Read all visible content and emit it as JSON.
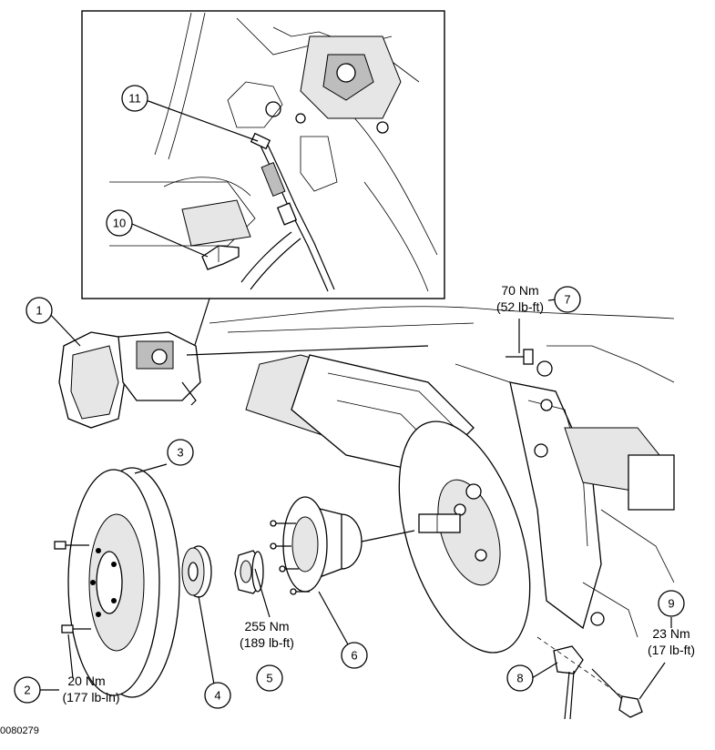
{
  "figure_id": "0080279",
  "callouts": {
    "c1": "1",
    "c2": "2",
    "c3": "3",
    "c4": "4",
    "c5": "5",
    "c6": "6",
    "c7": "7",
    "c8": "8",
    "c9": "9",
    "c10": "10",
    "c11": "11"
  },
  "torque": {
    "t2_nm": "20 Nm",
    "t2_imp": "(177 lb-in)",
    "t5_nm": "255 Nm",
    "t5_imp": "(189 lb-ft)",
    "t7_nm": "70 Nm",
    "t7_imp": "(52 lb-ft)",
    "t9_nm": "23 Nm",
    "t9_imp": "(17 lb-ft)"
  }
}
